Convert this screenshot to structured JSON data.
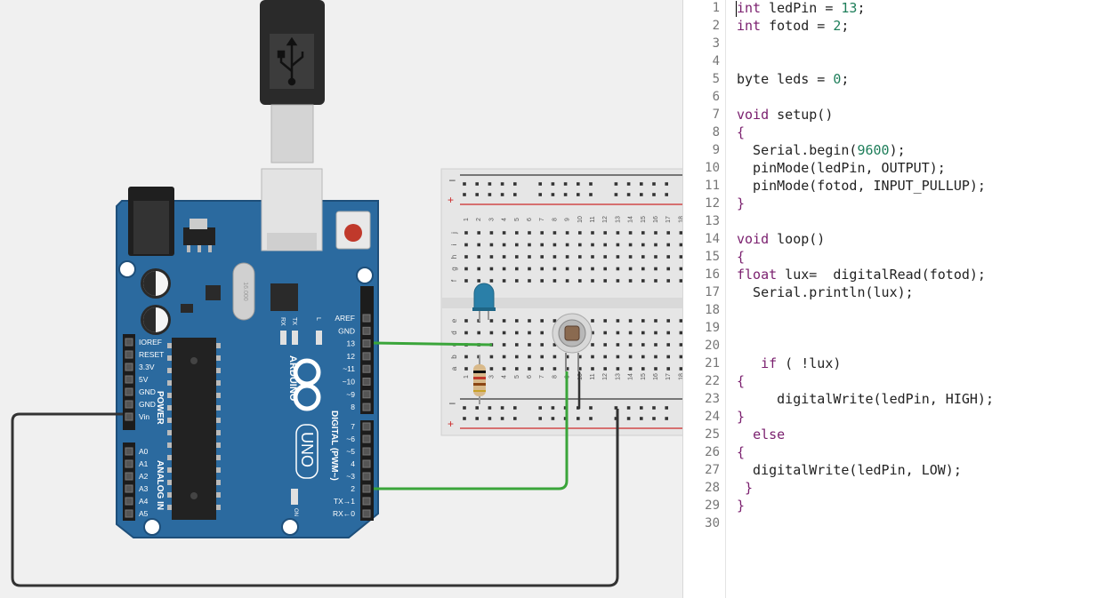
{
  "board": {
    "brand": "ARDUINO",
    "model": "UNO",
    "power_header_title": "POWER",
    "analog_header_title": "ANALOG IN",
    "digital_header_title": "DIGITAL (PWM~)",
    "power_pins": [
      "IOREF",
      "RESET",
      "3.3V",
      "5V",
      "GND",
      "GND",
      "Vin"
    ],
    "analog_pins": [
      "A0",
      "A1",
      "A2",
      "A3",
      "A4",
      "A5"
    ],
    "digital_pins_top": [
      "AREF",
      "GND",
      "13",
      "12",
      "~11",
      "~10",
      "~9",
      "8"
    ],
    "digital_pins_bottom": [
      "7",
      "~6",
      "~5",
      "4",
      "~3",
      "2",
      "TX→1",
      "RX←0"
    ],
    "led_labels": [
      "RX",
      "TX",
      "L"
    ],
    "on_label": "ON",
    "crystal_label": "16.000"
  },
  "breadboard": {
    "columns": [
      "1",
      "2",
      "3",
      "4",
      "5",
      "6",
      "7",
      "8",
      "9",
      "10",
      "11",
      "12",
      "13",
      "14",
      "15",
      "16",
      "17",
      "18"
    ],
    "rows_top": [
      "j",
      "i",
      "h",
      "g",
      "f"
    ],
    "rows_bottom": [
      "e",
      "d",
      "c",
      "b",
      "a"
    ],
    "rail_minus": "–",
    "rail_plus": "+"
  },
  "editor": {
    "lines": [
      [
        {
          "t": "int",
          "k": "kw"
        },
        {
          "t": " ledPin = "
        },
        {
          "t": "13",
          "k": "num"
        },
        {
          "t": ";"
        }
      ],
      [
        {
          "t": "int",
          "k": "kw"
        },
        {
          "t": " fotod = "
        },
        {
          "t": "2",
          "k": "num"
        },
        {
          "t": ";"
        }
      ],
      [],
      [],
      [
        {
          "t": "byte leds = "
        },
        {
          "t": "0",
          "k": "num"
        },
        {
          "t": ";"
        }
      ],
      [],
      [
        {
          "t": "void",
          "k": "kw"
        },
        {
          "t": " setup()"
        }
      ],
      [
        {
          "t": "{",
          "k": "kw"
        }
      ],
      [
        {
          "t": "  Serial.begin("
        },
        {
          "t": "9600",
          "k": "num"
        },
        {
          "t": ");"
        }
      ],
      [
        {
          "t": "  pinMode(ledPin, OUTPUT);"
        }
      ],
      [
        {
          "t": "  pinMode(fotod, INPUT_PULLUP);"
        }
      ],
      [
        {
          "t": "}",
          "k": "kw"
        }
      ],
      [],
      [
        {
          "t": "void",
          "k": "kw"
        },
        {
          "t": " loop()"
        }
      ],
      [
        {
          "t": "{",
          "k": "kw"
        }
      ],
      [
        {
          "t": "float",
          "k": "kw"
        },
        {
          "t": " lux=  digitalRead(fotod);"
        }
      ],
      [
        {
          "t": "  Serial.println(lux);"
        }
      ],
      [],
      [],
      [],
      [
        {
          "t": "   "
        },
        {
          "t": "if",
          "k": "kw"
        },
        {
          "t": " ( !lux)"
        }
      ],
      [
        {
          "t": "{",
          "k": "kw"
        }
      ],
      [
        {
          "t": "     digitalWrite(ledPin, HIGH);"
        }
      ],
      [
        {
          "t": "}",
          "k": "kw"
        }
      ],
      [
        {
          "t": "  "
        },
        {
          "t": "else",
          "k": "kw"
        }
      ],
      [
        {
          "t": "{",
          "k": "kw"
        }
      ],
      [
        {
          "t": "  digitalWrite(ledPin, LOW);"
        }
      ],
      [
        {
          "t": " }",
          "k": "kw"
        }
      ],
      [
        {
          "t": "}",
          "k": "kw"
        }
      ],
      []
    ]
  },
  "colors": {
    "board": "#2b6a9f",
    "board_dark": "#1e4f7a",
    "wire_green": "#3aa53a",
    "wire_black": "#333333",
    "led_body": "#2a7fa8",
    "keyword": "#7a1f6e",
    "number": "#1e7e5a"
  }
}
